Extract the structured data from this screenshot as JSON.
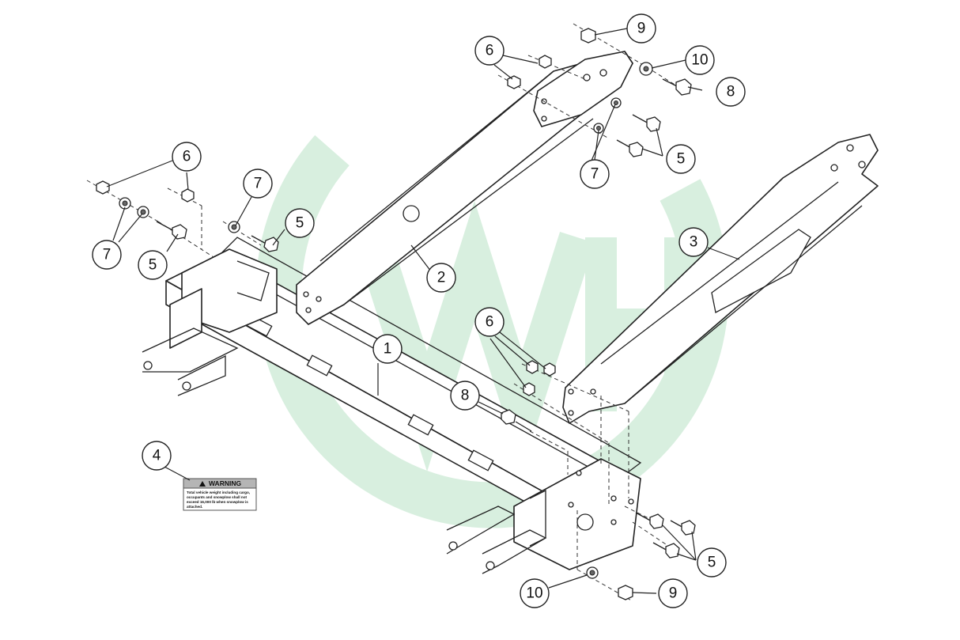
{
  "diagram": {
    "callouts": [
      {
        "id": "c1",
        "label": "1"
      },
      {
        "id": "c2",
        "label": "2"
      },
      {
        "id": "c3",
        "label": "3"
      },
      {
        "id": "c4",
        "label": "4"
      },
      {
        "id": "c5a",
        "label": "5"
      },
      {
        "id": "c5b",
        "label": "5"
      },
      {
        "id": "c5c",
        "label": "5"
      },
      {
        "id": "c5d",
        "label": "5"
      },
      {
        "id": "c6a",
        "label": "6"
      },
      {
        "id": "c6b",
        "label": "6"
      },
      {
        "id": "c6c",
        "label": "6"
      },
      {
        "id": "c7a",
        "label": "7"
      },
      {
        "id": "c7b",
        "label": "7"
      },
      {
        "id": "c7c",
        "label": "7"
      },
      {
        "id": "c8a",
        "label": "8"
      },
      {
        "id": "c8b",
        "label": "8"
      },
      {
        "id": "c9a",
        "label": "9"
      },
      {
        "id": "c9b",
        "label": "9"
      },
      {
        "id": "c10a",
        "label": "10"
      },
      {
        "id": "c10b",
        "label": "10"
      }
    ],
    "warning_decal": {
      "title": "WARNING",
      "lines": [
        "Total vehicle weight including cargo,",
        "occupants and snowplow shall not",
        "exceed 16,000 lb when snowplow is",
        "attached."
      ]
    },
    "colors": {
      "line": "#222222",
      "watermark": "#d8efdf",
      "decal_header": "#b5b5b5"
    }
  }
}
